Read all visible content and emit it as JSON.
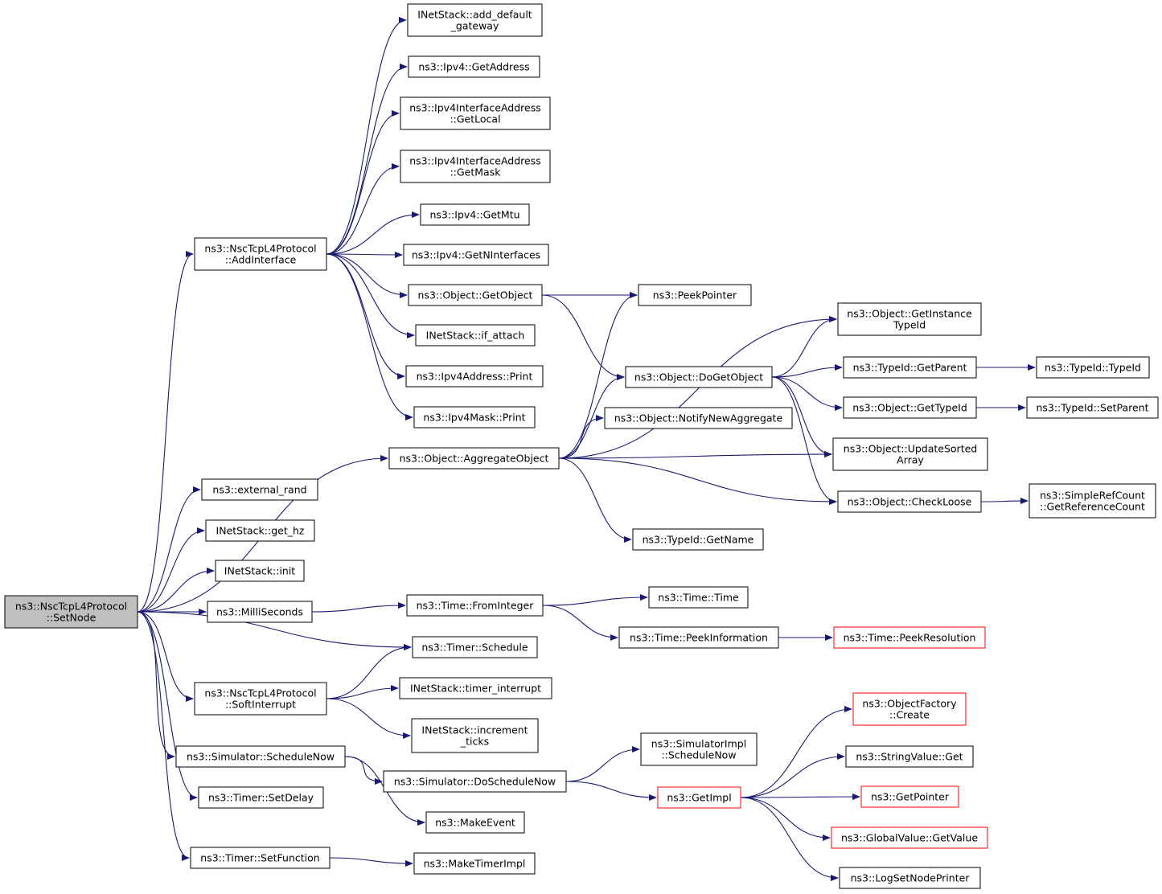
{
  "colors": {
    "edge": "#191970",
    "border": "#000000",
    "border_truncated": "#ff0000",
    "root_fill": "#bfbfbf",
    "node_fill": "#ffffff"
  },
  "nodes": {
    "root": {
      "lines": [
        "ns3::NscTcpL4Protocol",
        "::SetNode"
      ],
      "root": true
    },
    "addInterface": {
      "lines": [
        "ns3::NscTcpL4Protocol",
        "::AddInterface"
      ]
    },
    "addDefaultGateway": {
      "lines": [
        "INetStack::add_default",
        "_gateway"
      ]
    },
    "ipv4GetAddress": {
      "lines": [
        "ns3::Ipv4::GetAddress"
      ]
    },
    "ifaceGetLocal": {
      "lines": [
        "ns3::Ipv4InterfaceAddress",
        "::GetLocal"
      ]
    },
    "ifaceGetMask": {
      "lines": [
        "ns3::Ipv4InterfaceAddress",
        "::GetMask"
      ]
    },
    "ipv4GetMtu": {
      "lines": [
        "ns3::Ipv4::GetMtu"
      ]
    },
    "ipv4GetNInterfaces": {
      "lines": [
        "ns3::Ipv4::GetNInterfaces"
      ]
    },
    "objectGetObject": {
      "lines": [
        "ns3::Object::GetObject"
      ]
    },
    "ifAttach": {
      "lines": [
        "INetStack::if_attach"
      ]
    },
    "ipv4AddressPrint": {
      "lines": [
        "ns3::Ipv4Address::Print"
      ]
    },
    "ipv4MaskPrint": {
      "lines": [
        "ns3::Ipv4Mask::Print"
      ]
    },
    "peekPointer": {
      "lines": [
        "ns3::PeekPointer"
      ]
    },
    "getInstanceTypeId": {
      "lines": [
        "ns3::Object::GetInstance",
        "TypeId"
      ]
    },
    "doGetObject": {
      "lines": [
        "ns3::Object::DoGetObject"
      ]
    },
    "typeIdGetParent": {
      "lines": [
        "ns3::TypeId::GetParent"
      ]
    },
    "typeIdTypeId": {
      "lines": [
        "ns3::TypeId::TypeId"
      ]
    },
    "objectGetTypeId": {
      "lines": [
        "ns3::Object::GetTypeId"
      ]
    },
    "typeIdSetParent": {
      "lines": [
        "ns3::TypeId::SetParent"
      ]
    },
    "notifyNewAggregate": {
      "lines": [
        "ns3::Object::NotifyNewAggregate"
      ]
    },
    "aggregateObject": {
      "lines": [
        "ns3::Object::AggregateObject"
      ]
    },
    "updateSortedArray": {
      "lines": [
        "ns3::Object::UpdateSorted",
        "Array"
      ]
    },
    "checkLoose": {
      "lines": [
        "ns3::Object::CheckLoose"
      ]
    },
    "getReferenceCount": {
      "lines": [
        "ns3::SimpleRefCount",
        "::GetReferenceCount"
      ]
    },
    "typeIdGetName": {
      "lines": [
        "ns3::TypeId::GetName"
      ]
    },
    "externalRand": {
      "lines": [
        "ns3::external_rand"
      ]
    },
    "getHz": {
      "lines": [
        "INetStack::get_hz"
      ]
    },
    "init": {
      "lines": [
        "INetStack::init"
      ]
    },
    "milliSeconds": {
      "lines": [
        "ns3::MilliSeconds"
      ]
    },
    "fromInteger": {
      "lines": [
        "ns3::Time::FromInteger"
      ]
    },
    "timeTime": {
      "lines": [
        "ns3::Time::Time"
      ]
    },
    "peekInformation": {
      "lines": [
        "ns3::Time::PeekInformation"
      ]
    },
    "peekResolution": {
      "lines": [
        "ns3::Time::PeekResolution"
      ],
      "truncated": true
    },
    "timerSchedule": {
      "lines": [
        "ns3::Timer::Schedule"
      ]
    },
    "softInterrupt": {
      "lines": [
        "ns3::NscTcpL4Protocol",
        "::SoftInterrupt"
      ]
    },
    "timerInterrupt": {
      "lines": [
        "INetStack::timer_interrupt"
      ]
    },
    "incrementTicks": {
      "lines": [
        "INetStack::increment",
        "_ticks"
      ]
    },
    "objectFactoryCreate": {
      "lines": [
        "ns3::ObjectFactory",
        "::Create"
      ],
      "truncated": true
    },
    "simImplScheduleNow": {
      "lines": [
        "ns3::SimulatorImpl",
        "::ScheduleNow"
      ]
    },
    "stringValueGet": {
      "lines": [
        "ns3::StringValue::Get"
      ]
    },
    "simScheduleNow": {
      "lines": [
        "ns3::Simulator::ScheduleNow"
      ]
    },
    "doScheduleNow": {
      "lines": [
        "ns3::Simulator::DoScheduleNow"
      ]
    },
    "getImpl": {
      "lines": [
        "ns3::GetImpl"
      ],
      "truncated": true
    },
    "getPointer": {
      "lines": [
        "ns3::GetPointer"
      ],
      "truncated": true
    },
    "timerSetDelay": {
      "lines": [
        "ns3::Timer::SetDelay"
      ]
    },
    "makeEvent": {
      "lines": [
        "ns3::MakeEvent"
      ]
    },
    "globalValueGetValue": {
      "lines": [
        "ns3::GlobalValue::GetValue"
      ],
      "truncated": true
    },
    "timerSetFunction": {
      "lines": [
        "ns3::Timer::SetFunction"
      ]
    },
    "makeTimerImpl": {
      "lines": [
        "ns3::MakeTimerImpl"
      ]
    },
    "logSetNodePrinter": {
      "lines": [
        "ns3::LogSetNodePrinter"
      ]
    }
  },
  "edges": [
    [
      "root",
      "addInterface"
    ],
    [
      "root",
      "aggregateObject"
    ],
    [
      "root",
      "externalRand"
    ],
    [
      "root",
      "getHz"
    ],
    [
      "root",
      "init"
    ],
    [
      "root",
      "milliSeconds"
    ],
    [
      "root",
      "timerSchedule"
    ],
    [
      "root",
      "softInterrupt"
    ],
    [
      "root",
      "simScheduleNow"
    ],
    [
      "root",
      "timerSetDelay"
    ],
    [
      "root",
      "timerSetFunction"
    ],
    [
      "addInterface",
      "addDefaultGateway"
    ],
    [
      "addInterface",
      "ipv4GetAddress"
    ],
    [
      "addInterface",
      "ifaceGetLocal"
    ],
    [
      "addInterface",
      "ifaceGetMask"
    ],
    [
      "addInterface",
      "ipv4GetMtu"
    ],
    [
      "addInterface",
      "ipv4GetNInterfaces"
    ],
    [
      "addInterface",
      "objectGetObject"
    ],
    [
      "addInterface",
      "ifAttach"
    ],
    [
      "addInterface",
      "ipv4AddressPrint"
    ],
    [
      "addInterface",
      "ipv4MaskPrint"
    ],
    [
      "objectGetObject",
      "peekPointer"
    ],
    [
      "objectGetObject",
      "doGetObject"
    ],
    [
      "aggregateObject",
      "peekPointer"
    ],
    [
      "aggregateObject",
      "getInstanceTypeId"
    ],
    [
      "aggregateObject",
      "doGetObject"
    ],
    [
      "aggregateObject",
      "notifyNewAggregate"
    ],
    [
      "aggregateObject",
      "updateSortedArray"
    ],
    [
      "aggregateObject",
      "checkLoose"
    ],
    [
      "aggregateObject",
      "typeIdGetName"
    ],
    [
      "doGetObject",
      "getInstanceTypeId"
    ],
    [
      "doGetObject",
      "typeIdGetParent"
    ],
    [
      "doGetObject",
      "objectGetTypeId"
    ],
    [
      "doGetObject",
      "updateSortedArray"
    ],
    [
      "doGetObject",
      "checkLoose"
    ],
    [
      "typeIdGetParent",
      "typeIdTypeId"
    ],
    [
      "objectGetTypeId",
      "typeIdSetParent"
    ],
    [
      "checkLoose",
      "getReferenceCount"
    ],
    [
      "milliSeconds",
      "fromInteger"
    ],
    [
      "fromInteger",
      "timeTime"
    ],
    [
      "fromInteger",
      "peekInformation"
    ],
    [
      "peekInformation",
      "peekResolution"
    ],
    [
      "softInterrupt",
      "timerSchedule"
    ],
    [
      "softInterrupt",
      "timerInterrupt"
    ],
    [
      "softInterrupt",
      "incrementTicks"
    ],
    [
      "simScheduleNow",
      "doScheduleNow"
    ],
    [
      "simScheduleNow",
      "makeEvent"
    ],
    [
      "doScheduleNow",
      "simImplScheduleNow"
    ],
    [
      "doScheduleNow",
      "getImpl"
    ],
    [
      "getImpl",
      "objectFactoryCreate"
    ],
    [
      "getImpl",
      "stringValueGet"
    ],
    [
      "getImpl",
      "getPointer"
    ],
    [
      "getImpl",
      "globalValueGetValue"
    ],
    [
      "getImpl",
      "logSetNodePrinter"
    ],
    [
      "timerSetFunction",
      "makeTimerImpl"
    ]
  ]
}
